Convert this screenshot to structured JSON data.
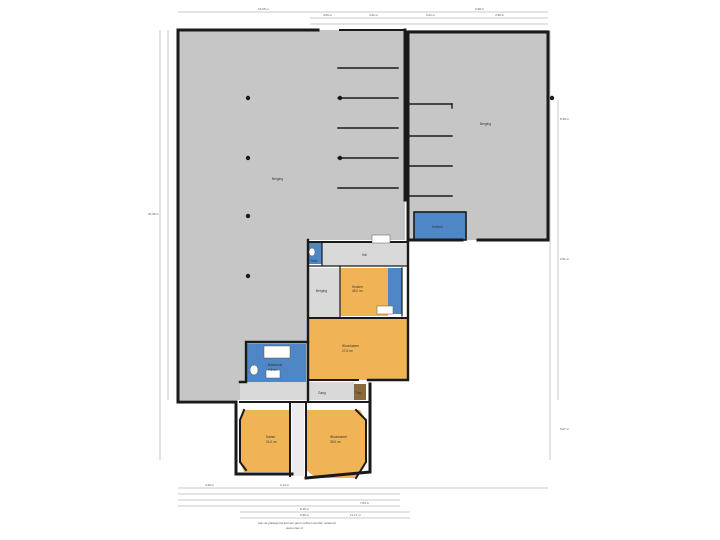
{
  "colors": {
    "wall": "#1a1a1a",
    "hall": "#c6c6c6",
    "living": "#f0b457",
    "wet": "#4f86c6",
    "stair": "#8a6a3c",
    "utility": "#d9d9d9",
    "dim_line": "#777777"
  },
  "rooms": {
    "loods_left": "Berging",
    "loods_right": "Berging",
    "kantoor": "Kantoor",
    "keuken": "Keuken",
    "keuken_area": "49.0 m²",
    "woonkamer": "Woonkamer",
    "woonkamer_area": "27.6 m²",
    "slaapkamer": "Kamer",
    "slaapkamer_area": "24.2 m²",
    "woonkamer_front": "Woonkamer",
    "woonkamer_front_area": "39.0 m²",
    "badkamer": "Badkamer",
    "badkamer_area": "7.5 m²",
    "berging": "Berging",
    "hal": "Hal",
    "toilet": "Toilet",
    "gang": "Gang",
    "trap": "Trap"
  },
  "dimensions": {
    "top_total": "19.65 m",
    "top_left": "4.60 m",
    "top_mid": "4.62 m",
    "top_right": "3.01 m",
    "top_right2": "2.08 m",
    "top_right3": "3.30 m",
    "left_total": "20.08 m",
    "bottom_total": "11.17 m",
    "bottom_a": "4.49 m",
    "bottom_b": "2.14 m",
    "bottom_c": "7.83 m",
    "bottom_d": "8.46 m",
    "bottom_e": "9.96 m",
    "right_a": "8.28 m",
    "right_b": "2.51 m",
    "right_c": "5.07 m"
  },
  "footnote": {
    "line1": "Aan de plattegrond kunnen geen rechten worden ontleend.",
    "line2": "www.ortec.nl"
  }
}
